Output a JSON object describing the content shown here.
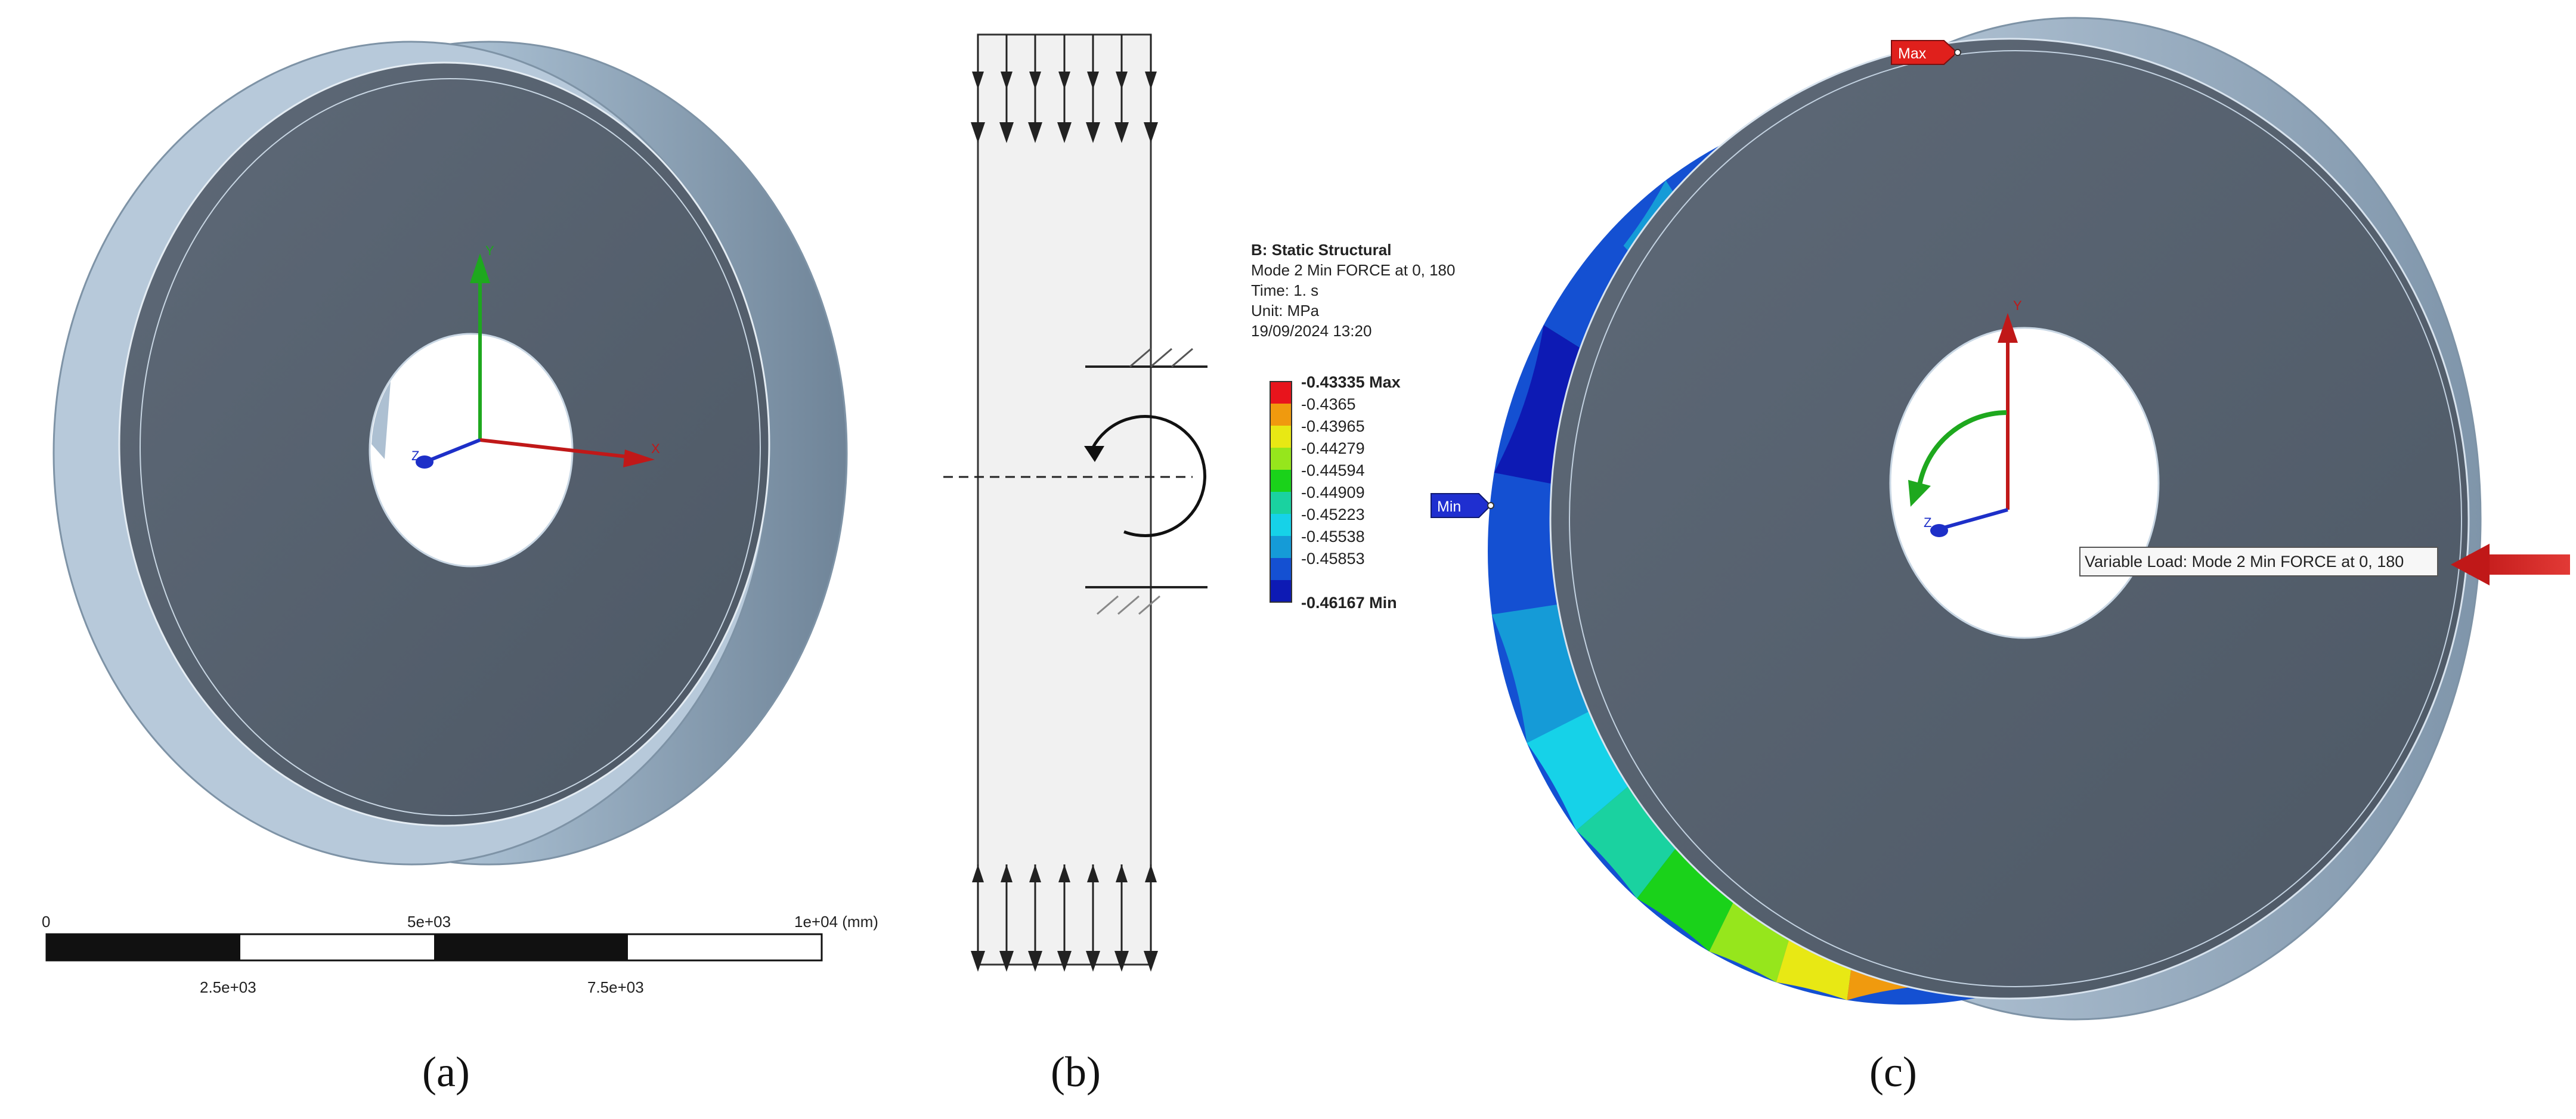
{
  "panels": {
    "a": {
      "label": "(a)"
    },
    "b": {
      "label": "(b)"
    },
    "c": {
      "label": "(c)"
    }
  },
  "scale_bar": {
    "top_labels": [
      "0",
      "5e+03",
      "1e+04 (mm)"
    ],
    "bottom_labels": [
      "2.5e+03",
      "7.5e+03"
    ]
  },
  "axes_triad": {
    "x": "X",
    "y": "Y",
    "z": "Z"
  },
  "legend": {
    "title": "B: Static Structural",
    "subtitle": "Mode 2 Min FORCE at 0, 180",
    "time": "Time: 1. s",
    "unit": "Unit: MPa",
    "date": "19/09/2024 13:20",
    "values": [
      "-0.43335 Max",
      "-0.4365",
      "-0.43965",
      "-0.44279",
      "-0.44594",
      "-0.44909",
      "-0.45223",
      "-0.45538",
      "-0.45853",
      "-0.46167 Min"
    ],
    "colors": [
      "#e8141c",
      "#f09a0e",
      "#e8e814",
      "#96e61c",
      "#1ad21a",
      "#1ad2a0",
      "#16d2e8",
      "#159bd7",
      "#1450d2",
      "#0d1ab4"
    ]
  },
  "tags": {
    "max": "Max",
    "min": "Min"
  },
  "probe_label": "Variable Load: Mode 2 Min FORCE at 0, 180",
  "colors": {
    "disk_face": "#55606d",
    "disk_rim": "#9fb5ca",
    "max_tag": "#e0201c",
    "min_tag": "#1f2fd0"
  }
}
